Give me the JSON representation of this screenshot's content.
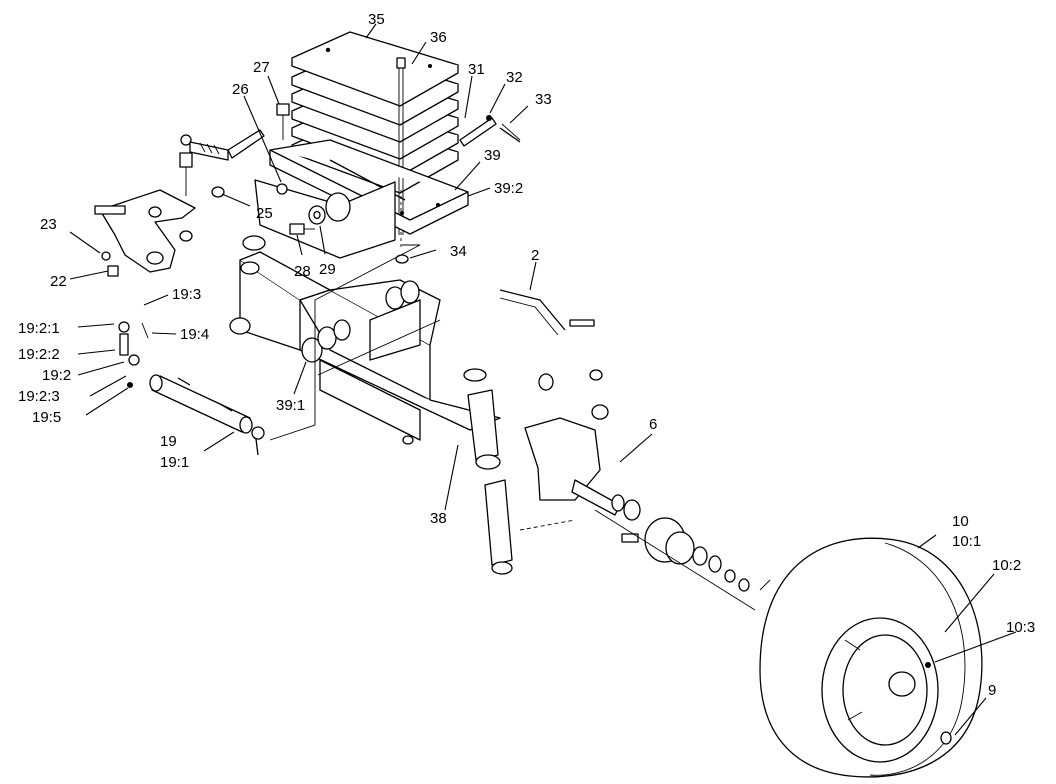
{
  "callouts": [
    {
      "id": "35",
      "text": "35"
    },
    {
      "id": "36",
      "text": "36"
    },
    {
      "id": "27",
      "text": "27"
    },
    {
      "id": "26",
      "text": "26"
    },
    {
      "id": "31",
      "text": "31"
    },
    {
      "id": "32",
      "text": "32"
    },
    {
      "id": "33",
      "text": "33"
    },
    {
      "id": "39",
      "text": "39"
    },
    {
      "id": "39_2",
      "text": "39:2"
    },
    {
      "id": "25",
      "text": "25"
    },
    {
      "id": "23",
      "text": "23"
    },
    {
      "id": "22",
      "text": "22"
    },
    {
      "id": "28",
      "text": "28"
    },
    {
      "id": "29",
      "text": "29"
    },
    {
      "id": "34",
      "text": "34"
    },
    {
      "id": "2",
      "text": "2"
    },
    {
      "id": "19_3",
      "text": "19:3"
    },
    {
      "id": "19_2_1",
      "text": "19:2:1"
    },
    {
      "id": "19_4",
      "text": "19:4"
    },
    {
      "id": "19_2_2",
      "text": "19:2:2"
    },
    {
      "id": "19_2",
      "text": "19:2"
    },
    {
      "id": "19_2_3",
      "text": "19:2:3"
    },
    {
      "id": "19_5",
      "text": "19:5"
    },
    {
      "id": "39_1",
      "text": "39:1"
    },
    {
      "id": "19",
      "text": "19"
    },
    {
      "id": "19_1",
      "text": "19:1"
    },
    {
      "id": "6",
      "text": "6"
    },
    {
      "id": "38",
      "text": "38"
    },
    {
      "id": "10",
      "text": "10"
    },
    {
      "id": "10_1",
      "text": "10:1"
    },
    {
      "id": "10_2",
      "text": "10:2"
    },
    {
      "id": "10_3",
      "text": "10:3"
    },
    {
      "id": "9",
      "text": "9"
    }
  ]
}
